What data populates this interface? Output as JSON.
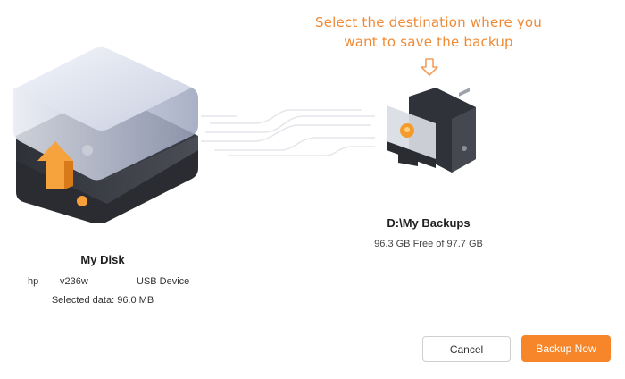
{
  "hint": {
    "line1": "Select the destination where you",
    "line2": "want to save the backup",
    "arrow_icon": "down-arrow-outline-icon",
    "color": "#ee8a35"
  },
  "source": {
    "icon": "disk-upload-icon",
    "title": "My Disk",
    "vendor": "hp",
    "model": "v236w",
    "type": "USB Device",
    "selected": "Selected data: 96.0 MB"
  },
  "destination": {
    "icon": "computer-location-icon",
    "path": "D:\\My Backups",
    "free": "96.3 GB Free of 97.7 GB"
  },
  "actions": {
    "cancel_label": "Cancel",
    "backup_label": "Backup Now",
    "accent": "#f7852a"
  }
}
